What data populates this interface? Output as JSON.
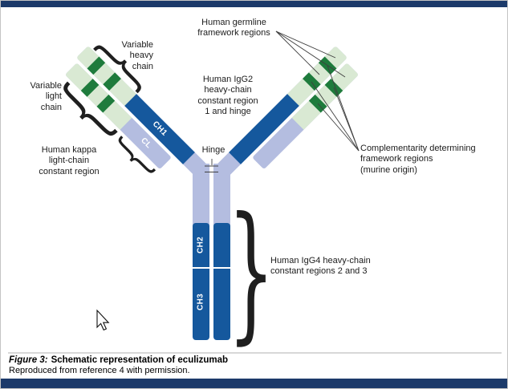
{
  "colors": {
    "navy": "#1c3a6a",
    "blue": "#15589d",
    "lavender": "#b4bde0",
    "light_green": "#d9e9d3",
    "dark_green": "#1e7b3c",
    "line": "#3f3f3f",
    "text": "#1c1c1c"
  },
  "diagram": {
    "labels": {
      "variable_heavy": "Variable\nheavy\nchain",
      "variable_light": "Variable\nlight\nchain",
      "kappa_constant": "Human kappa\nlight-chain\nconstant region",
      "germline": "Human germline\nframework regions",
      "igg2": "Human IgG2\nheavy-chain\nconstant region\n1 and hinge",
      "hinge": "Hinge",
      "cdr": "Complementarity determining\nframework regions\n(murine origin)",
      "igg4": "Human IgG4 heavy-chain\nconstant regions 2 and 3"
    },
    "segments": {
      "ch1": "CH1",
      "cl": "CL",
      "ch2": "CH2",
      "ch3": "CH3"
    },
    "brace_glyphs": {
      "open": "{",
      "close": "}"
    }
  },
  "caption": {
    "prefix": "Figure 3:",
    "title": "Schematic representation of eculizumab",
    "note": "Reproduced from reference 4 with permission."
  }
}
